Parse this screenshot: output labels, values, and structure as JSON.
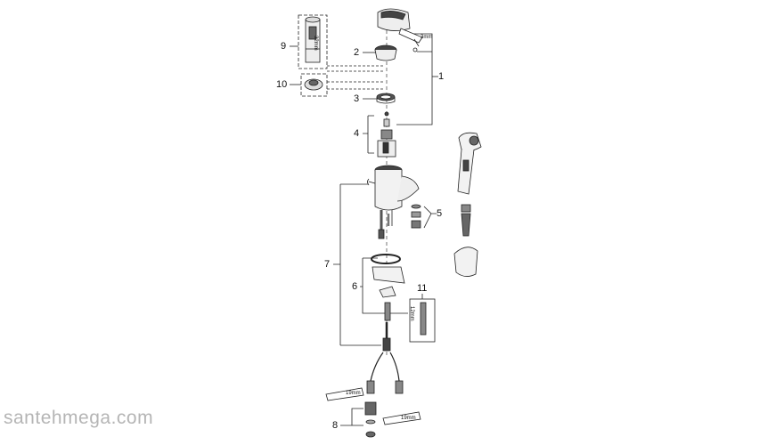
{
  "diagram": {
    "callouts": [
      "1",
      "2",
      "3",
      "4",
      "5",
      "6",
      "7",
      "8",
      "9",
      "10",
      "11"
    ],
    "dimension_labels": {
      "cartridge_size": "32mm",
      "wrench_size_top": "3mm",
      "tool_size_11": "12mm",
      "hose_wrench_1": "19mm",
      "hose_wrench_2": "19mm"
    }
  },
  "watermark": "santehmega.com"
}
